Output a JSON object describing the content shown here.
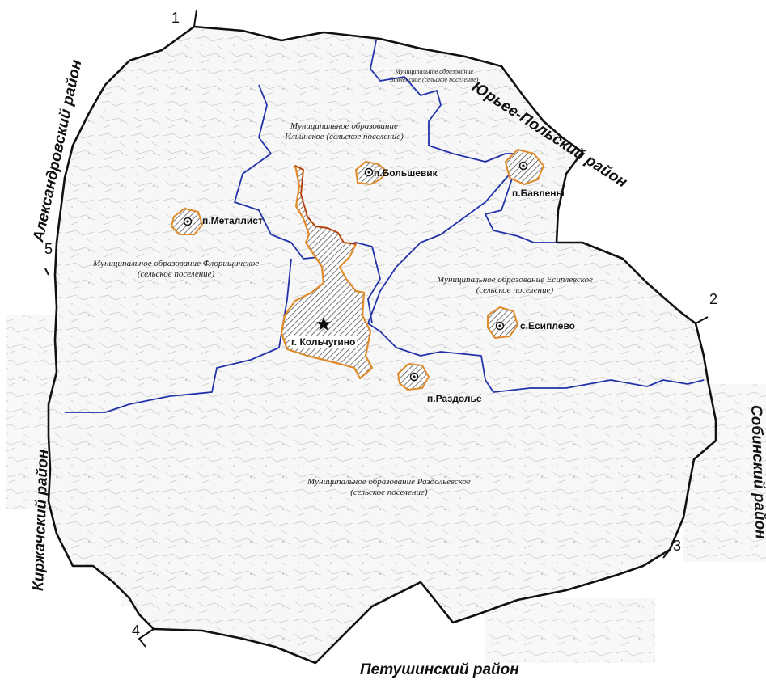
{
  "map": {
    "neighbor_districts": {
      "yuryev": "Юрьее-Польский район",
      "alexandrov": "Александровский район",
      "kirzhach": "Киржачский район",
      "sobinka": "Собинский район",
      "petushki": "Петушинский район"
    },
    "municipalities": {
      "bavlenskoe_1": "Муниципальное образование",
      "bavlenskoe_2": "Бавленское (сельское поселение)",
      "ilinskoe_1": "Муниципальное образование",
      "ilinskoe_2": "Ильинское (сельское поселение)",
      "florishchinskoe_1": "Муниципальное образование Флорищинское",
      "florishchinskoe_2": "(сельское поселение)",
      "esiplevskoe_1": "Муниципальное образование Есиплевское",
      "esiplevskoe_2": "(сельское поселение)",
      "razdolevskoe_1": "Муниципальное образование Раздольевское",
      "razdolevskoe_2": "(сельское поселение)"
    },
    "settlements": {
      "bolshevik": "п.Большевик",
      "bavleny": "п.Бавлены",
      "metallist": "п.Металлист",
      "esiplevo": "с.Есиплево",
      "kolchugino": "г. Кольчугино",
      "razdolye": "п.Раздолье"
    },
    "boundary_points": {
      "p1": "1",
      "p2": "2",
      "p3": "3",
      "p4": "4",
      "p5": "5"
    },
    "colors": {
      "district_boundary": "#111111",
      "municipal_boundary": "#2233aa",
      "settlement_outline": "#e08a2a",
      "settlement_hatch": "#555555",
      "background_map": "#cfcfcf"
    }
  }
}
